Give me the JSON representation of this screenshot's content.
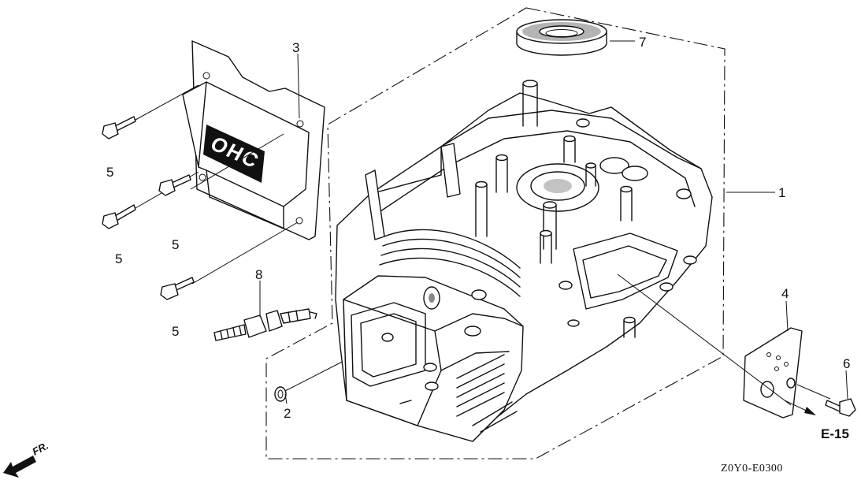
{
  "callouts": {
    "c1": "1",
    "c2": "2",
    "c3": "3",
    "c4": "4",
    "c5a": "5",
    "c5b": "5",
    "c5c": "5",
    "c5d": "5",
    "c6": "6",
    "c7": "7",
    "c8": "8"
  },
  "cover_emboss": "OHC",
  "reference": "E-15",
  "direction_label": "FR.",
  "diagram_code": "Z0Y0-E0300"
}
